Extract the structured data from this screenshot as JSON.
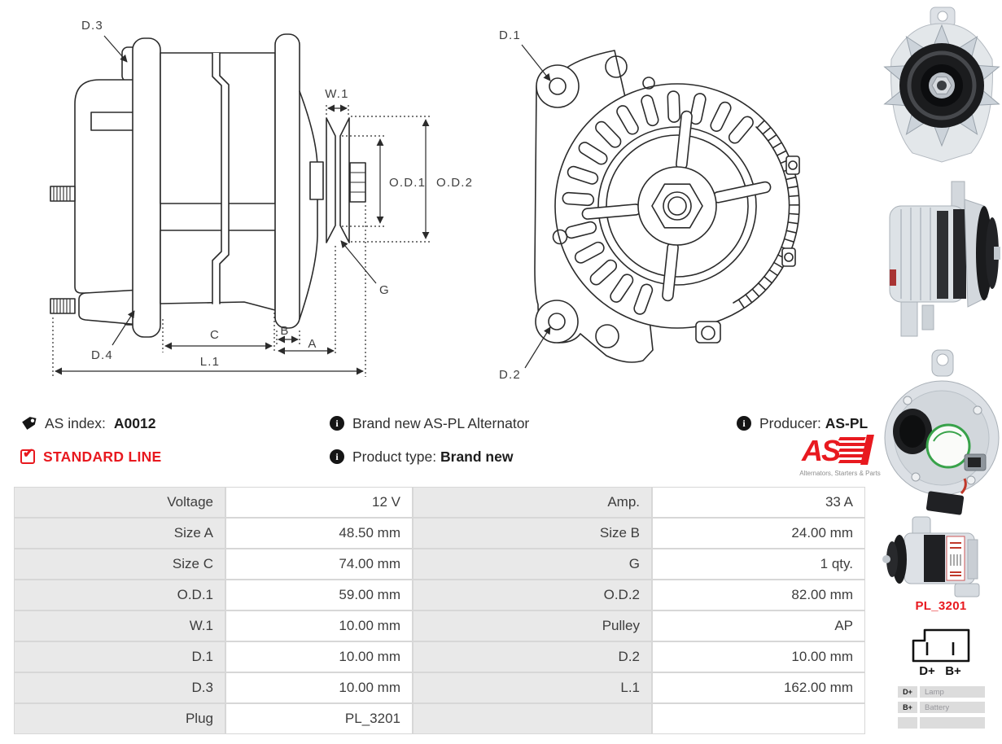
{
  "info": {
    "as_index_label": "AS index:",
    "as_index_value": "A0012",
    "standard_line": "STANDARD LINE",
    "brand_new_text": "Brand new AS-PL Alternator",
    "product_type_label": "Product type:",
    "product_type_value": "Brand new",
    "producer_label": "Producer:",
    "producer_value": "AS-PL",
    "info_icon_glyph": "i",
    "check_glyph": "✔",
    "logo_text": "AS",
    "logo_tagline": "Alternators, Starters & Parts"
  },
  "diagram_labels": {
    "side": {
      "d3": "D.3",
      "d4": "D.4",
      "w1": "W.1",
      "od1": "O.D.1",
      "od2": "O.D.2",
      "g": "G",
      "c": "C",
      "b": "B",
      "a": "A",
      "l1": "L.1"
    },
    "front": {
      "d1": "D.1",
      "d2": "D.2"
    }
  },
  "spec_table": {
    "rows": [
      {
        "left_label": "Voltage",
        "left_value": "12 V",
        "right_label": "Amp.",
        "right_value": "33 A"
      },
      {
        "left_label": "Size A",
        "left_value": "48.50 mm",
        "right_label": "Size B",
        "right_value": "24.00 mm"
      },
      {
        "left_label": "Size C",
        "left_value": "74.00 mm",
        "right_label": "G",
        "right_value": "1 qty."
      },
      {
        "left_label": "O.D.1",
        "left_value": "59.00 mm",
        "right_label": "O.D.2",
        "right_value": "82.00 mm"
      },
      {
        "left_label": "W.1",
        "left_value": "10.00 mm",
        "right_label": "Pulley",
        "right_value": "AP"
      },
      {
        "left_label": "D.1",
        "left_value": "10.00 mm",
        "right_label": "D.2",
        "right_value": "10.00 mm"
      },
      {
        "left_label": "D.3",
        "left_value": "10.00 mm",
        "right_label": "L.1",
        "right_value": "162.00 mm"
      },
      {
        "left_label": "Plug",
        "left_value": "PL_3201",
        "right_label": "",
        "right_value": ""
      }
    ]
  },
  "plug": {
    "code": "PL_3201",
    "pin1": "D+",
    "pin2": "B+",
    "legend": [
      {
        "pin": "D+",
        "desc": "Lamp"
      },
      {
        "pin": "B+",
        "desc": "Battery"
      },
      {
        "pin": "",
        "desc": ""
      }
    ]
  },
  "colors": {
    "accent_red": "#e8191f",
    "table_label_bg": "#e9e9e9",
    "table_grid": "#d7d7d7",
    "drawing_line": "#2b2b2b"
  }
}
